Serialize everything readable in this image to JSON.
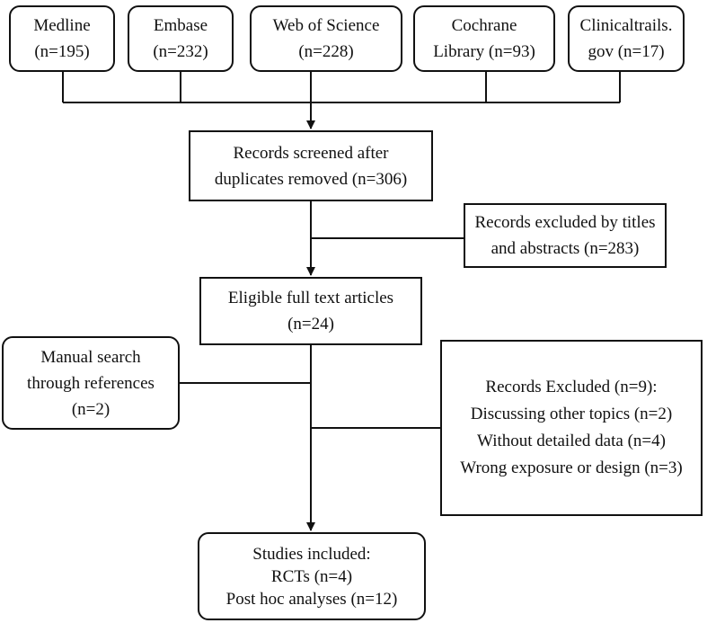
{
  "sources": [
    {
      "lines": [
        "Medline",
        "(n=195)"
      ]
    },
    {
      "lines": [
        "Embase",
        "(n=232)"
      ]
    },
    {
      "lines": [
        "Web of Science",
        "(n=228)"
      ]
    },
    {
      "lines": [
        "Cochrane",
        "Library (n=93)"
      ]
    },
    {
      "lines": [
        "Clinicaltrails.",
        "gov (n=17)"
      ]
    }
  ],
  "screened": {
    "lines": [
      "Records screened after",
      "duplicates removed (n=306)"
    ]
  },
  "excluded_titles": {
    "lines": [
      "Records excluded by titles",
      "and abstracts (n=283)"
    ]
  },
  "eligible": {
    "lines": [
      "Eligible full text articles",
      "(n=24)"
    ]
  },
  "manual_search": {
    "lines": [
      "Manual search",
      "through references",
      "(n=2)"
    ]
  },
  "excluded_full": {
    "lines": [
      "Records Excluded (n=9):",
      "Discussing other topics (n=2)",
      "Without detailed data (n=4)",
      "Wrong exposure or design (n=3)"
    ]
  },
  "included": {
    "lines": [
      "Studies included:",
      "RCTs (n=4)",
      "Post hoc analyses (n=12)"
    ]
  }
}
